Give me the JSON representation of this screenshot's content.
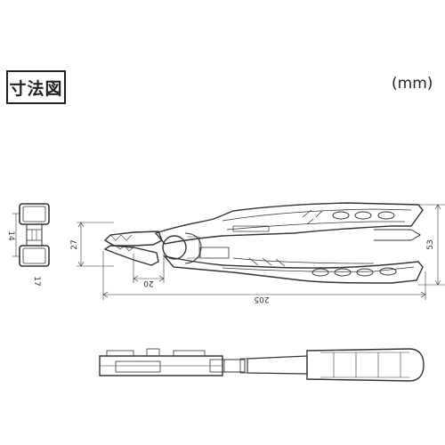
{
  "header": {
    "title": "寸法図",
    "unit": "(mm)"
  },
  "dimensions": {
    "jaw_height": "27",
    "jaw_length": "20",
    "overall_length": "205",
    "overall_height": "53",
    "end_width": "14",
    "end_thickness": "17"
  }
}
